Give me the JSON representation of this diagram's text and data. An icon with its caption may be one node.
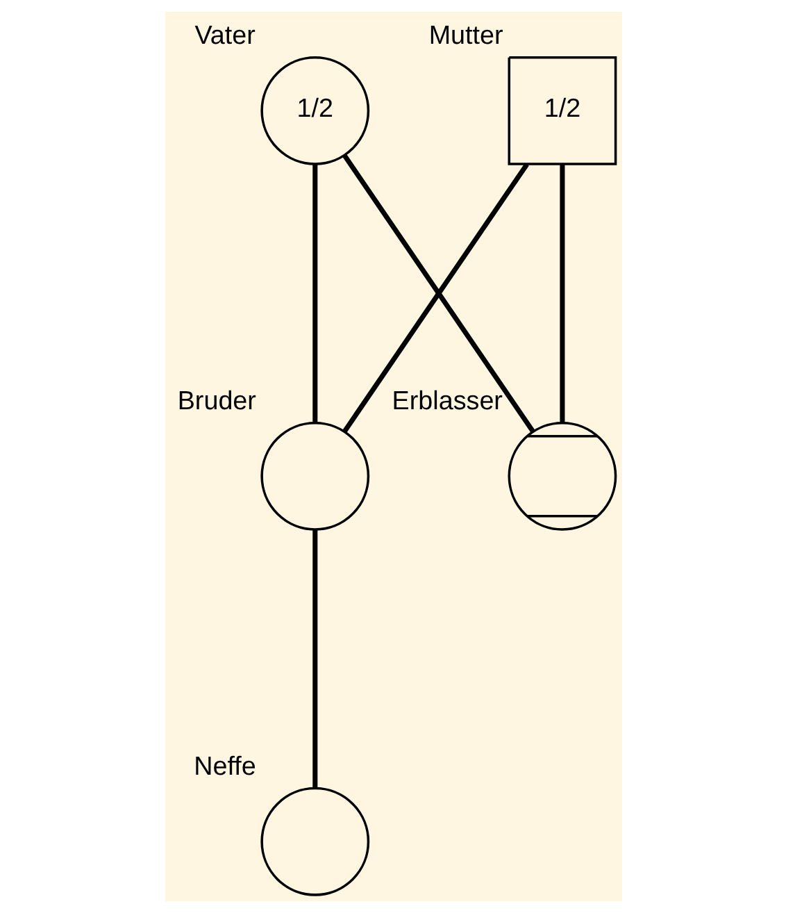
{
  "diagram": {
    "nodes": [
      {
        "text": [
          "Vater",
          "1/2"
        ]
      },
      {
        "text": [
          "Mutter",
          "1/2"
        ]
      },
      {
        "text": [
          "Bruder"
        ]
      },
      {
        "text": [
          "Erblasser"
        ]
      },
      {
        "text": [
          "Neffe"
        ]
      }
    ],
    "edges": [
      {
        "from": 0,
        "to": 2,
        "arrow": "none"
      },
      {
        "from": 0,
        "to": 3,
        "arrow": "none"
      },
      {
        "from": 1,
        "to": 2,
        "arrow": "none"
      },
      {
        "from": 1,
        "to": 3,
        "arrow": "none"
      },
      {
        "from": 2,
        "to": 4,
        "arrow": "none"
      }
    ]
  }
}
